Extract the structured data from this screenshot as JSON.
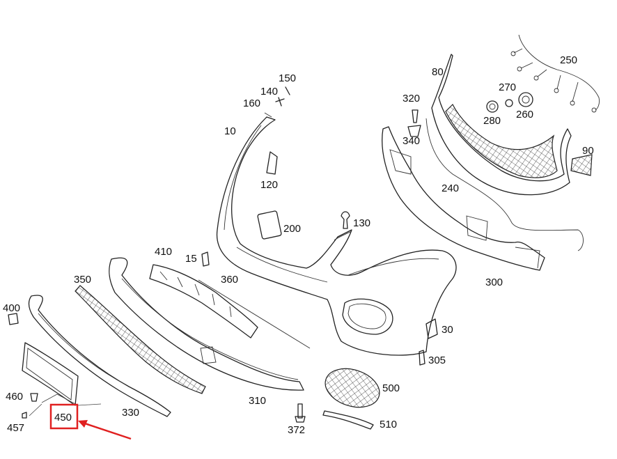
{
  "callouts": [
    {
      "id": "10",
      "label": "10"
    },
    {
      "id": "15",
      "label": "15"
    },
    {
      "id": "30",
      "label": "30"
    },
    {
      "id": "80",
      "label": "80"
    },
    {
      "id": "90",
      "label": "90"
    },
    {
      "id": "120",
      "label": "120"
    },
    {
      "id": "130",
      "label": "130"
    },
    {
      "id": "140",
      "label": "140"
    },
    {
      "id": "150",
      "label": "150"
    },
    {
      "id": "160",
      "label": "160"
    },
    {
      "id": "200",
      "label": "200"
    },
    {
      "id": "240",
      "label": "240"
    },
    {
      "id": "250",
      "label": "250"
    },
    {
      "id": "260",
      "label": "260"
    },
    {
      "id": "270",
      "label": "270"
    },
    {
      "id": "280",
      "label": "280"
    },
    {
      "id": "300",
      "label": "300"
    },
    {
      "id": "305",
      "label": "305"
    },
    {
      "id": "310",
      "label": "310"
    },
    {
      "id": "320",
      "label": "320"
    },
    {
      "id": "330",
      "label": "330"
    },
    {
      "id": "340",
      "label": "340"
    },
    {
      "id": "350",
      "label": "350"
    },
    {
      "id": "360",
      "label": "360"
    },
    {
      "id": "372",
      "label": "372"
    },
    {
      "id": "400",
      "label": "400"
    },
    {
      "id": "410",
      "label": "410"
    },
    {
      "id": "450",
      "label": "450"
    },
    {
      "id": "457",
      "label": "457"
    },
    {
      "id": "460",
      "label": "460"
    },
    {
      "id": "500",
      "label": "500"
    },
    {
      "id": "510",
      "label": "510"
    }
  ],
  "highlight": {
    "part": "450",
    "color": "#e02020"
  }
}
